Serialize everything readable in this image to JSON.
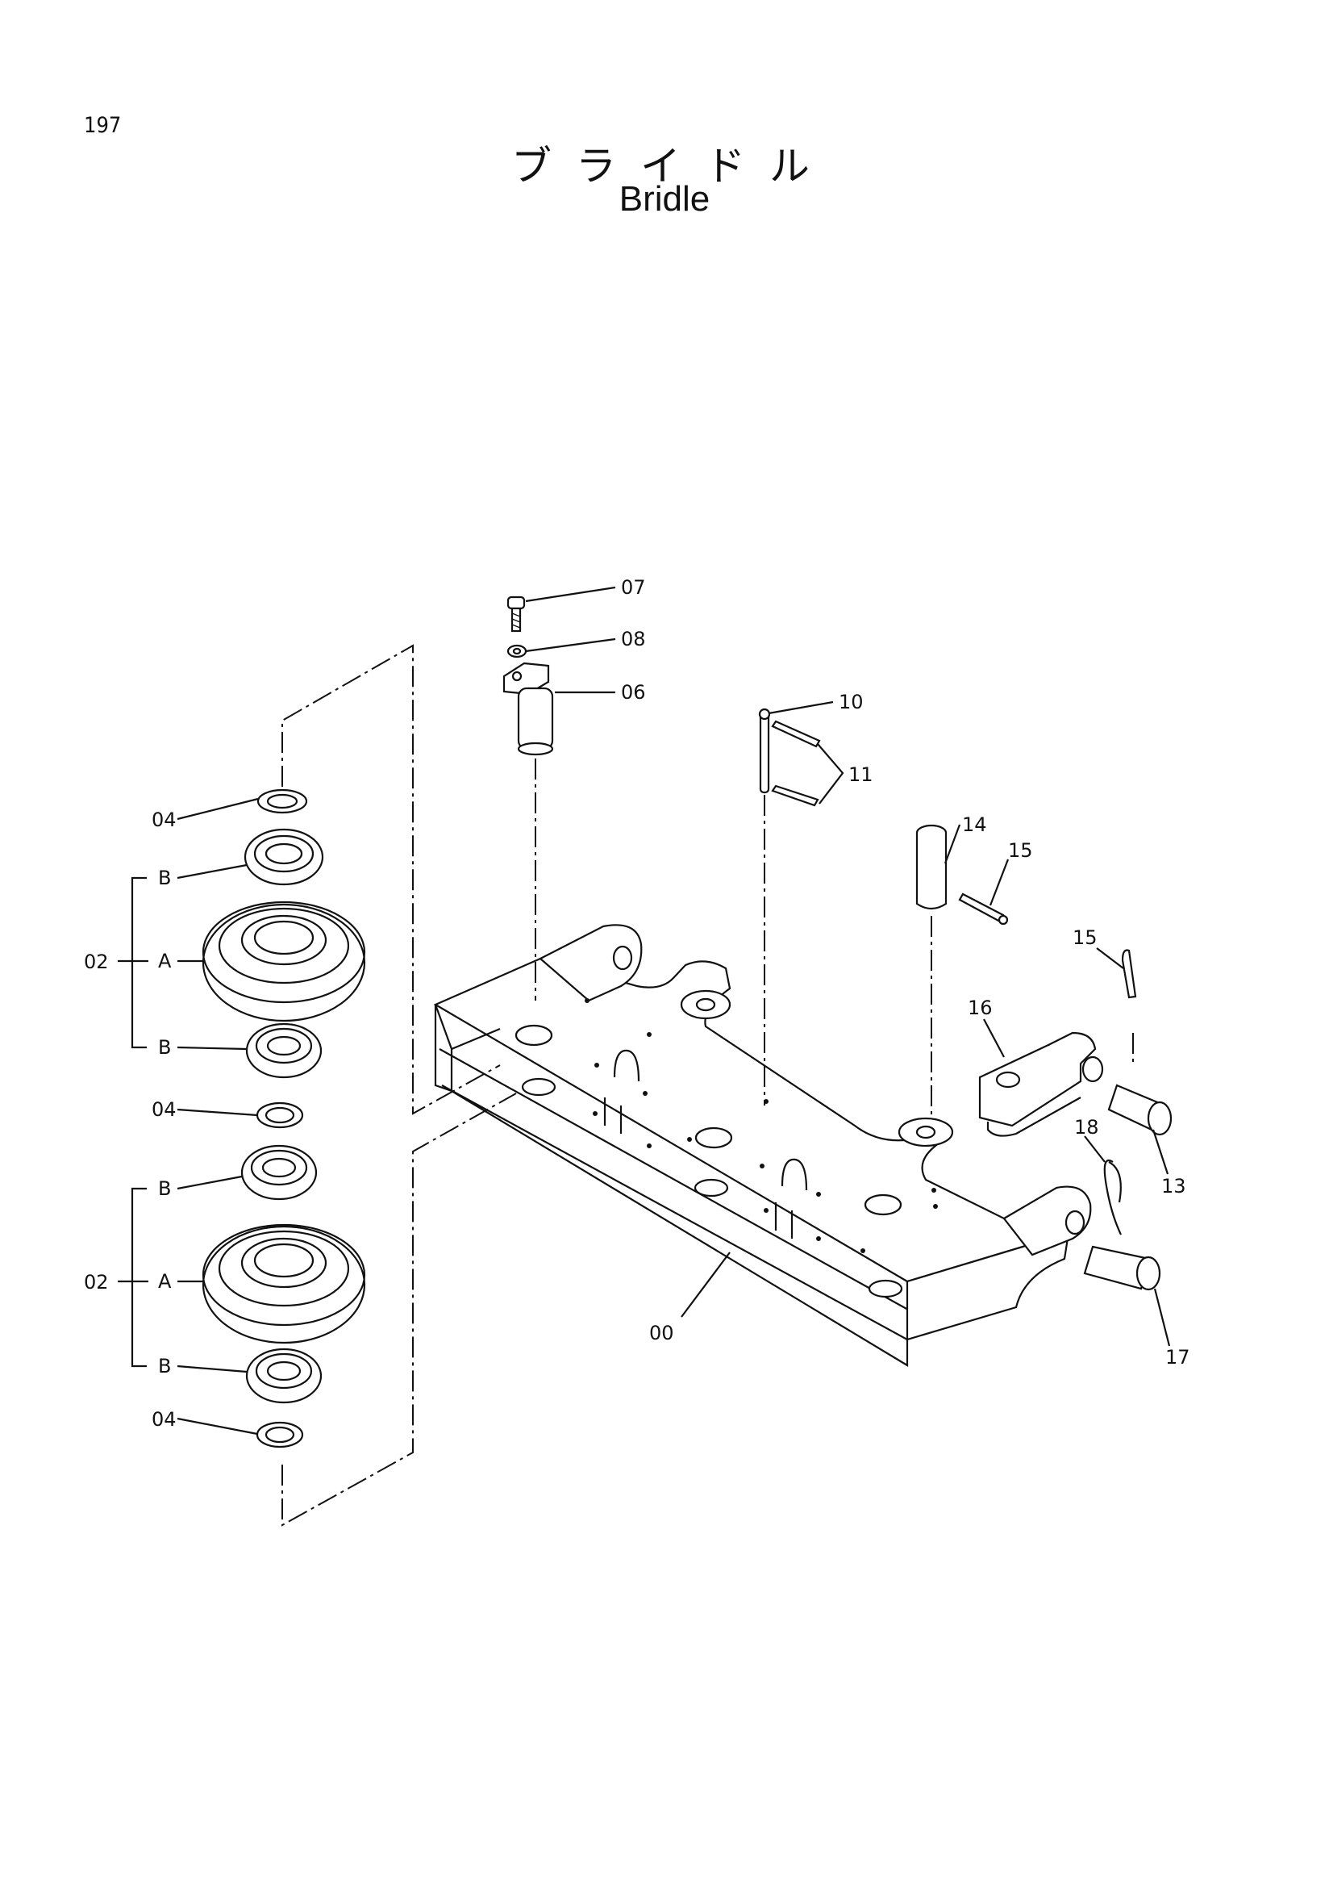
{
  "page_number": "197",
  "title_jp": "ブライドル",
  "title_en": "Bridle",
  "callouts": {
    "c00": "00",
    "c02a": "02",
    "c02b": "02",
    "c04a": "04",
    "c04b": "04",
    "c04c": "04",
    "c06": "06",
    "c07": "07",
    "c08": "08",
    "c10": "10",
    "c11": "11",
    "c13": "13",
    "c14": "14",
    "c15a": "15",
    "c15b": "15",
    "c16": "16",
    "c17": "17",
    "c18": "18",
    "subA1": "A",
    "subB1": "B",
    "subB2": "B",
    "subA2": "A",
    "subB3": "B",
    "subB4": "B"
  }
}
